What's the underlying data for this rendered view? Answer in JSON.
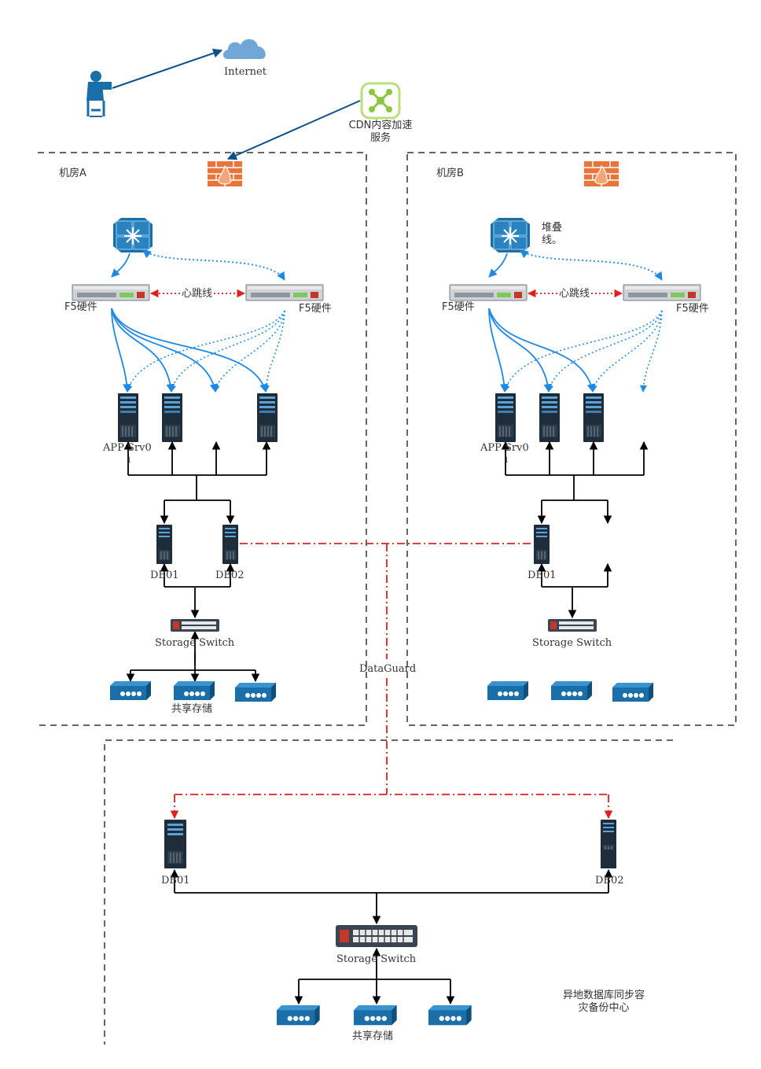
{
  "internet_label": "Internet",
  "cdn_label_line1": "CDN内容加速",
  "cdn_label_line2": "服务",
  "room_a": {
    "title": "机房A",
    "f5_left": "F5硬件",
    "f5_right": "F5硬件",
    "heartbeat": "心跳线",
    "app_label": "APP Srv0",
    "app_label_sub": "1",
    "db1": "DB01",
    "db2": "DB02",
    "switch": "Storage Switch",
    "storage": "共享存储"
  },
  "room_b": {
    "title": "机房B",
    "stack_line1": "堆叠",
    "stack_line2": "线。",
    "f5_left": "F5硬件",
    "f5_right": "F5硬件",
    "heartbeat": "心跳线",
    "app_label": "APP Srv0",
    "app_label_sub": "1",
    "db1": "DB01",
    "switch": "Storage Switch"
  },
  "dataguard": "DataGuard",
  "dr_center": {
    "title_line1": "异地数据库同步容",
    "title_line2": "灾备份中心",
    "db1": "DB01",
    "db2": "DB02",
    "switch": "Storage Switch",
    "storage": "共享存储"
  },
  "colors": {
    "accent_blue": "#1e88e5",
    "dark_blue": "#0d4f8b",
    "red": "#e02020",
    "firewall": "#e8763a",
    "storage_blue": "#1a6fa8",
    "server_dark": "#1f2d3a"
  }
}
